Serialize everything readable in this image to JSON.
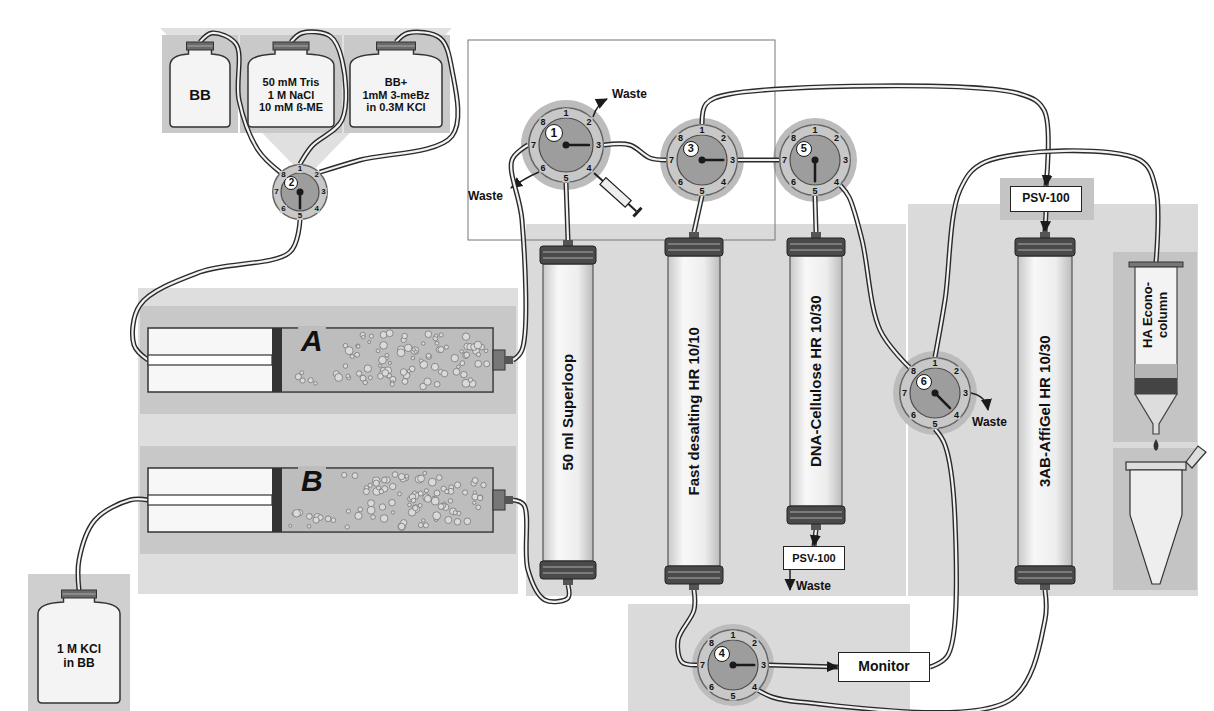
{
  "diagram": {
    "nodes": [
      {
        "text": [
          "BB"
        ]
      },
      {
        "text": [
          "50 mM Tris 1 M NaCl 10 mM ß-ME"
        ]
      },
      {
        "text": [
          "BB+ 1mM 3-meBz in 0.3M KCl"
        ]
      },
      {
        "text": [
          "2"
        ]
      },
      {
        "text": [
          "1"
        ]
      },
      {
        "text": [
          "3"
        ]
      },
      {
        "text": [
          "5"
        ]
      },
      {
        "text": [
          "PSV-100"
        ]
      },
      {
        "text": [
          "A"
        ]
      },
      {
        "text": [
          "50 ml Superloop"
        ]
      },
      {
        "text": [
          "Fast desalting HR 10/10"
        ]
      },
      {
        "text": [
          "DNA-Cellulose HR 10/30"
        ]
      },
      {
        "text": [
          "6"
        ]
      },
      {
        "text": [
          "3AB-AffiGel HR 10/30"
        ]
      },
      {
        "text": [
          "HA Econo-column"
        ]
      },
      {
        "text": [
          "B"
        ]
      },
      {
        "text": [
          "PSV-100"
        ]
      },
      {
        "text": [
          "Monitor"
        ]
      },
      {
        "text": [
          "1 M KCl in BB"
        ]
      },
      {
        "text": [
          "4"
        ]
      }
    ],
    "edges": [
      {
        "from": 0,
        "to": 3,
        "arrow": "none"
      },
      {
        "from": 1,
        "to": 3,
        "arrow": "none"
      },
      {
        "from": 2,
        "to": 3,
        "arrow": "none"
      },
      {
        "from": 3,
        "to": 8,
        "arrow": "none"
      },
      {
        "from": 18,
        "to": 15,
        "arrow": "none"
      },
      {
        "from": 8,
        "to": 4,
        "arrow": "none"
      },
      {
        "from": 15,
        "to": 9,
        "arrow": "none"
      },
      {
        "from": 4,
        "to": 9,
        "arrow": "none"
      },
      {
        "from": 4,
        "to": 5,
        "arrow": "none"
      },
      {
        "from": 5,
        "to": 10,
        "arrow": "none"
      },
      {
        "from": 5,
        "to": 6,
        "arrow": "none"
      },
      {
        "from": 5,
        "to": 7,
        "arrow": "to"
      },
      {
        "from": 6,
        "to": 11,
        "arrow": "none"
      },
      {
        "from": 11,
        "to": 16,
        "arrow": "to"
      },
      {
        "from": 10,
        "to": 19,
        "arrow": "none"
      },
      {
        "from": 19,
        "to": 17,
        "arrow": "to"
      },
      {
        "from": 17,
        "to": 12,
        "arrow": "none"
      },
      {
        "from": 12,
        "to": 6,
        "arrow": "none"
      },
      {
        "from": 12,
        "to": 14,
        "arrow": "none"
      },
      {
        "from": 7,
        "to": 13,
        "arrow": "to"
      },
      {
        "from": 13,
        "to": 19,
        "arrow": "none"
      }
    ],
    "labels": [
      "Waste",
      "Waste",
      "Waste",
      "Waste",
      "1",
      "2",
      "3",
      "4",
      "5",
      "6",
      "7",
      "8",
      "1",
      "2",
      "3",
      "4",
      "5",
      "6",
      "7",
      "8",
      "1",
      "2",
      "3",
      "4",
      "5",
      "6",
      "7",
      "8",
      "1",
      "2",
      "3",
      "4",
      "5",
      "6",
      "7",
      "8",
      "1",
      "2",
      "3",
      "4",
      "5",
      "6",
      "7",
      "8",
      "1",
      "2",
      "3",
      "4",
      "5",
      "6",
      "7",
      "8"
    ]
  }
}
